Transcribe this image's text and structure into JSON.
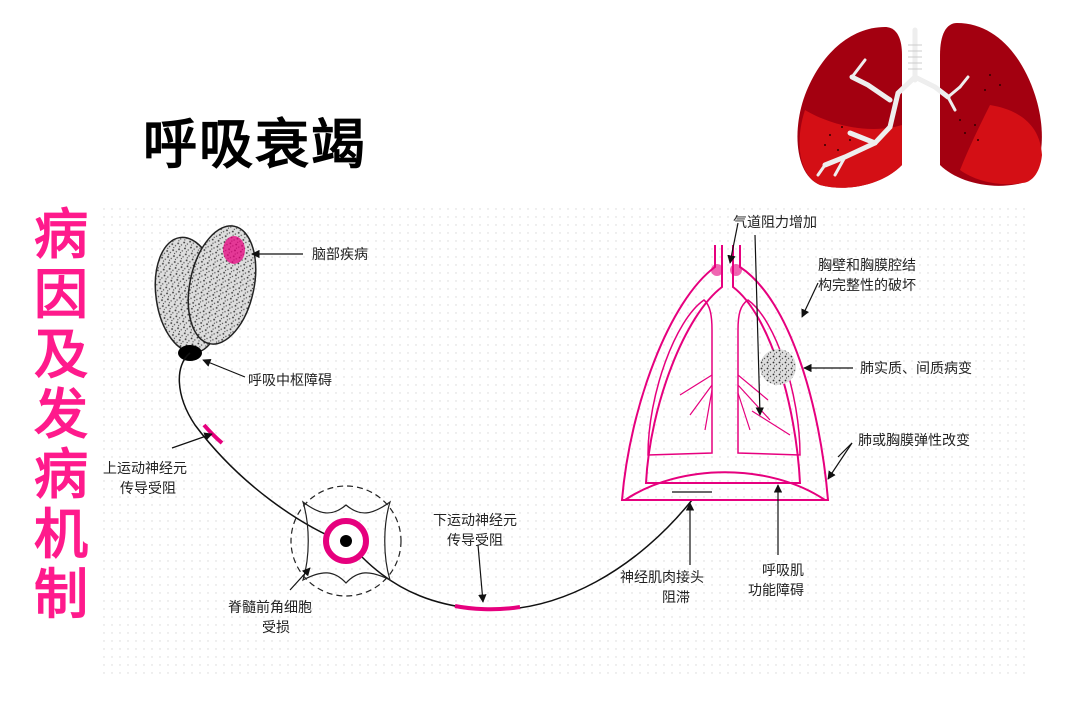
{
  "title": "呼吸衰竭",
  "side_title": [
    "病",
    "因",
    "及",
    "发",
    "病",
    "机",
    "制"
  ],
  "colors": {
    "accent": "#ff1a8c",
    "lung_dark": "#a30010",
    "lung_light": "#d40f15"
  },
  "labels": {
    "brain": "脑部疾病",
    "center": "呼吸中枢障碍",
    "upper_1": "上运动神经元",
    "upper_2": "传导受阻",
    "spinal_1": "脊髓前角细胞",
    "spinal_2": "受损",
    "lower_1": "下运动神经元",
    "lower_2": "传导受阻",
    "nmj_1": "神经肌肉接头",
    "nmj_2": "阻滞",
    "muscle_1": "呼吸肌",
    "muscle_2": "功能障碍",
    "airway": "气道阻力增加",
    "chest_1": "胸壁和胸膜腔结",
    "chest_2": "构完整性的破坏",
    "parenchyma": "肺实质、间质病变",
    "elastic": "肺或胸膜弹性改变"
  }
}
